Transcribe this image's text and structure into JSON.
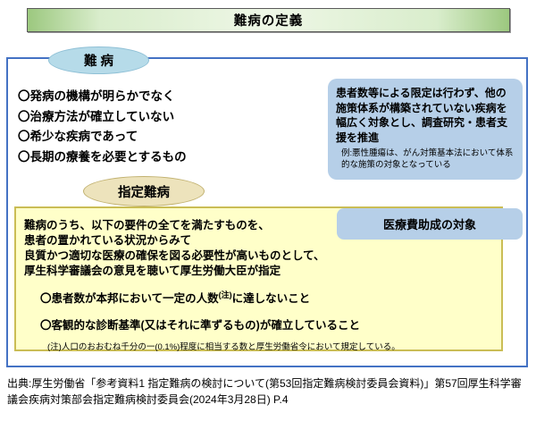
{
  "page": {
    "title": "難病の定義"
  },
  "nanbyo": {
    "label": "難 病",
    "criteria": [
      "〇発病の機構が明らかでなく",
      "〇治療方法が確立していない",
      "〇希少な疾病であって",
      "〇長期の療養を必要とするもの"
    ]
  },
  "scope_callout": {
    "main": "患者数等による限定は行わず、他の施策体系が構築されていない疾病を幅広く対象とし、調査研究・患者支援を推進",
    "example": "例:悪性腫瘍は、がん対策基本法において体系的な施策の対象となっている"
  },
  "shitei": {
    "label": "指定難病",
    "intro": [
      "難病のうち、以下の要件の全てを満たすものを、",
      "患者の置かれている状況からみて",
      "良質かつ適切な医療の確保を図る必要性が高いものとして、",
      "厚生科学審議会の意見を聴いて厚生労働大臣が指定"
    ],
    "requirements": [
      {
        "pre": "〇患者数が本邦において一定の人数",
        "sup": "(注)",
        "post": "に達しないこと"
      },
      {
        "pre": "〇客観的な診断基準(又はそれに準ずるもの)が確立していること",
        "sup": "",
        "post": ""
      }
    ],
    "note": "(注)人口のおおむね千分の一(0.1%)程度に相当する数と厚生労働省令において規定している。"
  },
  "subsidy_callout": {
    "label": "医療費助成の対象"
  },
  "source": "出典:厚生労働省「参考資料1 指定難病の検討について(第53回指定難病検討委員会資料)」第57回厚生科学審議会疾病対策部会指定難病検討委員会(2024年3月28日) P.4",
  "colors": {
    "title_green": "#cde6c2",
    "panel_border_blue": "#4472c4",
    "callout_blue": "#b6cfe8",
    "oval_blue": "#b6dbe9",
    "oval_tan": "#ede3bc",
    "yellow_fill": "#ffffc9",
    "yellow_border": "#cabd55"
  }
}
